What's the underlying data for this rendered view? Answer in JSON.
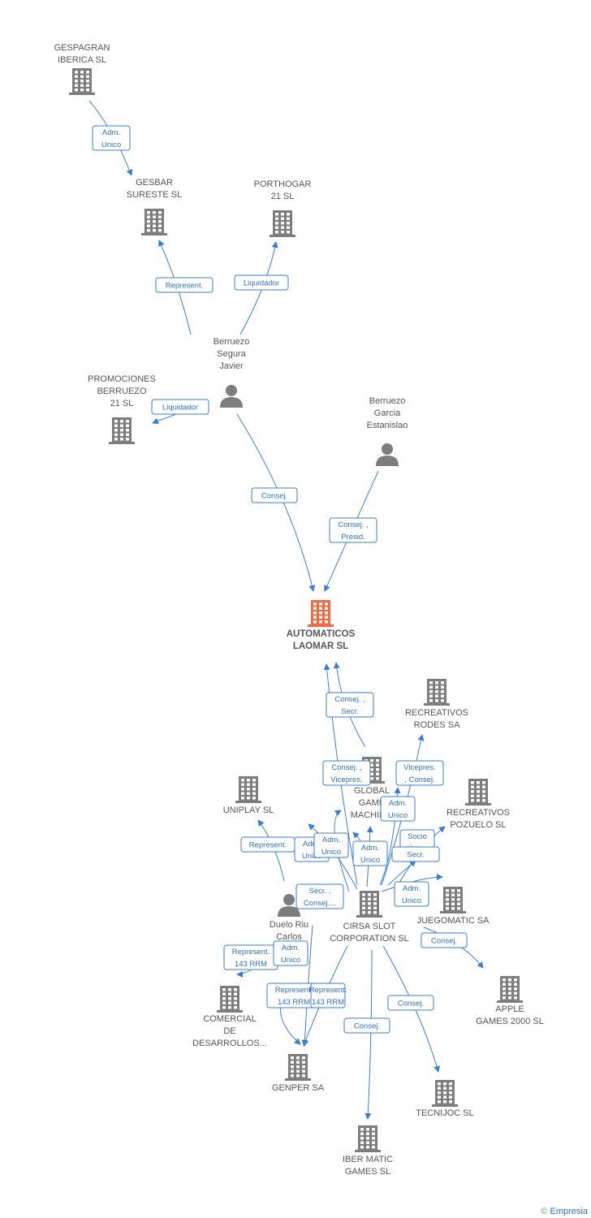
{
  "colors": {
    "edge": "#3a7fd5",
    "node": "#7d7d7d",
    "main_node": "#f26a3d"
  },
  "nodes": [
    {
      "id": "gespagran",
      "type": "company",
      "label": [
        "GESPAGRAN",
        "IBERICA SL"
      ]
    },
    {
      "id": "gesbar",
      "type": "company",
      "label": [
        "GESBAR",
        "SURESTE SL"
      ]
    },
    {
      "id": "porthogar",
      "type": "company",
      "label": [
        "PORTHOGAR",
        "21 SL"
      ]
    },
    {
      "id": "berruezo_segura",
      "type": "person",
      "label": [
        "Berruezo",
        "Segura",
        "Javier"
      ]
    },
    {
      "id": "promociones",
      "type": "company",
      "label": [
        "PROMOCIONES",
        "BERRUEZO",
        "21 SL"
      ]
    },
    {
      "id": "berruezo_garcia",
      "type": "person",
      "label": [
        "Berruezo",
        "Garcia",
        "Estanislao"
      ]
    },
    {
      "id": "automaticos",
      "type": "main",
      "label": [
        "AUTOMATICOS",
        "LAOMAR SL"
      ]
    },
    {
      "id": "recreativos_rodes",
      "type": "company",
      "label": [
        "RECREATIVOS",
        "RODES SA"
      ]
    },
    {
      "id": "global",
      "type": "company",
      "label": [
        "GLOBAL",
        "GAME",
        "MACHIN..."
      ]
    },
    {
      "id": "uniplay",
      "type": "company",
      "label": [
        "UNIPLAY  SL"
      ]
    },
    {
      "id": "recreativos_pozuelo",
      "type": "company",
      "label": [
        "RECREATIVOS",
        "POZUELO SL"
      ]
    },
    {
      "id": "duelo",
      "type": "person",
      "label": [
        "Duelo Riu",
        "Carlos"
      ]
    },
    {
      "id": "cirsa",
      "type": "company",
      "label": [
        "CIRSA SLOT",
        "CORPORATION SL"
      ]
    },
    {
      "id": "juegomatic",
      "type": "company",
      "label": [
        "JUEGOMATIC SA"
      ]
    },
    {
      "id": "apple",
      "type": "company",
      "label": [
        "APPLE",
        "GAMES 2000 SL"
      ]
    },
    {
      "id": "comercial",
      "type": "company",
      "label": [
        "COMERCIAL",
        "DE",
        "DESARROLLOS..."
      ]
    },
    {
      "id": "genper",
      "type": "company",
      "label": [
        "GENPER SA"
      ]
    },
    {
      "id": "tecnijoc",
      "type": "company",
      "label": [
        "TECNIJOC SL"
      ]
    },
    {
      "id": "ibermatic",
      "type": "company",
      "label": [
        "IBER MATIC",
        "GAMES SL"
      ]
    }
  ],
  "edges": [
    {
      "label": [
        "Adm.",
        "Unico"
      ]
    },
    {
      "label": [
        "Represent."
      ]
    },
    {
      "label": [
        "Liquidador"
      ]
    },
    {
      "label": [
        "Liquidador"
      ]
    },
    {
      "label": [
        "Consej."
      ]
    },
    {
      "label": [
        "Consej. ,",
        "Presid."
      ]
    },
    {
      "label": [
        "Consej. ,",
        "Secr."
      ]
    },
    {
      "label": [
        "Consej. ,",
        "Vicepres."
      ]
    },
    {
      "label": [
        "Vicepres.",
        ", Consej."
      ]
    },
    {
      "label": [
        "Adm.",
        "Unico"
      ]
    },
    {
      "label": [
        "Represent."
      ]
    },
    {
      "label": [
        "Represent.",
        "143 RRM"
      ]
    },
    {
      "label": [
        "Adm.",
        "Unico"
      ]
    },
    {
      "label": [
        "Adm.",
        "Unico"
      ]
    },
    {
      "label": [
        "Socio",
        "Único"
      ]
    },
    {
      "label": [
        "Secr."
      ]
    },
    {
      "label": [
        "Adm.",
        "Unico"
      ]
    },
    {
      "label": [
        "Secr. ,",
        "Consej...."
      ]
    },
    {
      "label": [
        "Adm.",
        "Unico"
      ]
    },
    {
      "label": [
        "Represent.",
        "143 RRM"
      ]
    },
    {
      "label": [
        "Represent.",
        "143 RRM"
      ]
    },
    {
      "label": [
        "Adm.",
        "Unico"
      ]
    },
    {
      "label": [
        "Consej."
      ]
    },
    {
      "label": [
        "Consej."
      ]
    },
    {
      "label": [
        "Consej."
      ]
    }
  ],
  "footer": {
    "copyright": "©",
    "brand": "Empresia"
  }
}
